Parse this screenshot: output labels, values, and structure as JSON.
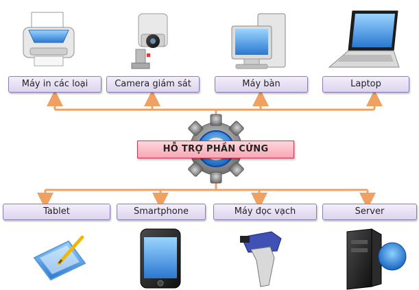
{
  "center": {
    "label": "HỖ TRỢ PHẦN CỨNG"
  },
  "top_devices": [
    {
      "label": "Máy in các loại",
      "icon": "printer-icon"
    },
    {
      "label": "Camera giám sát",
      "icon": "security-camera-icon"
    },
    {
      "label": "Máy bàn",
      "icon": "desktop-computer-icon"
    },
    {
      "label": "Laptop",
      "icon": "laptop-icon"
    }
  ],
  "bottom_devices": [
    {
      "label": "Tablet",
      "icon": "tablet-icon"
    },
    {
      "label": "Smartphone",
      "icon": "smartphone-icon"
    },
    {
      "label": "Máy đọc vạch",
      "icon": "barcode-scanner-icon"
    },
    {
      "label": "Server",
      "icon": "server-icon"
    }
  ],
  "colors": {
    "connector": "#f0a060",
    "label_border": "#8a7db0",
    "center_fill": "#f7a8b3",
    "gear": "#8f8f8f"
  }
}
